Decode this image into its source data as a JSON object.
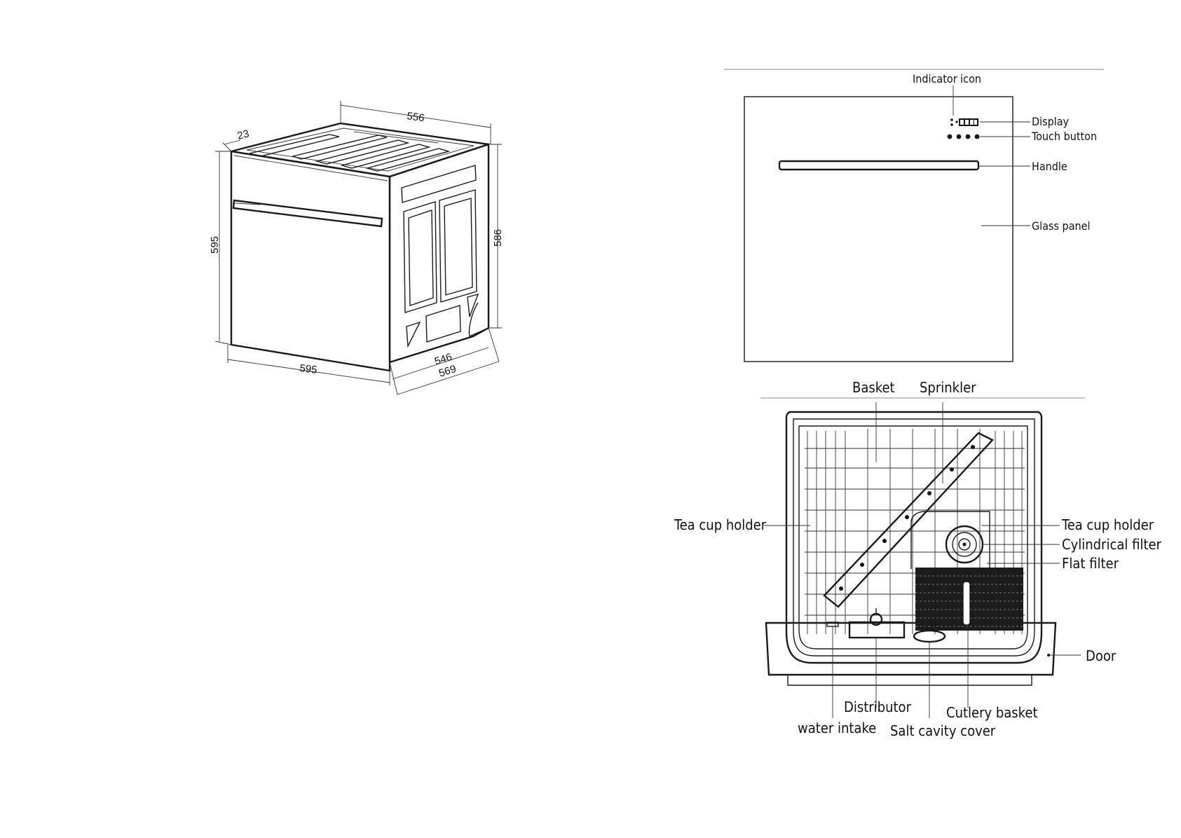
{
  "dimensions": {
    "top_width": "556",
    "top_depth_offset": "23",
    "left_height": "595",
    "right_height": "586",
    "front_width": "595",
    "side_inner_depth": "546",
    "side_outer_depth": "569"
  },
  "front_panel": {
    "labels": {
      "indicator_icon": "Indicator icon",
      "display": "Display",
      "touch_button": "Touch button",
      "handle": "Handle",
      "glass_panel": "Glass panel"
    }
  },
  "interior": {
    "labels": {
      "basket": "Basket",
      "sprinkler": "Sprinkler",
      "tea_cup_holder_left": "Tea cup holder",
      "tea_cup_holder_right": "Tea cup holder",
      "cylindrical_filter": "Cylindrical filter",
      "flat_filter": "Flat filter",
      "door": "Door",
      "distributor": "Distributor",
      "cutlery_basket": "Cutlery basket",
      "water_intake": "water intake",
      "salt_cavity_cover": "Salt cavity cover"
    }
  }
}
